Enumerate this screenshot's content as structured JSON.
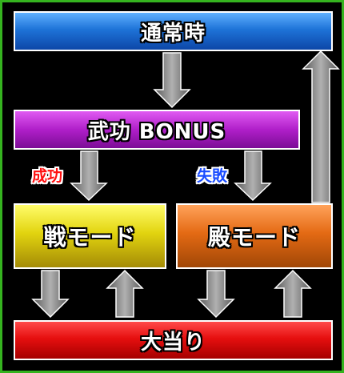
{
  "states": {
    "normal": "通常時",
    "bonus": "武功 BONUS",
    "sen_mode": "戦モード",
    "den_mode": "殿モード",
    "jackpot": "大当り"
  },
  "outcomes": {
    "success": "成功",
    "fail": "失敗"
  },
  "colors": {
    "frame_border": "#35b31f",
    "normal": "#1e73d8",
    "bonus": "#b01fc9",
    "sen_mode": "#e2d40f",
    "den_mode": "#e46a14",
    "jackpot": "#e60f0f",
    "success_text": "#ff1010",
    "fail_text": "#1a4cff",
    "arrow": "#8a8a8a"
  },
  "transitions": [
    {
      "from": "normal",
      "to": "bonus"
    },
    {
      "from": "bonus",
      "to": "sen_mode",
      "condition": "success"
    },
    {
      "from": "bonus",
      "to": "den_mode",
      "condition": "fail"
    },
    {
      "from": "sen_mode",
      "to": "jackpot"
    },
    {
      "from": "jackpot",
      "to": "sen_mode"
    },
    {
      "from": "den_mode",
      "to": "jackpot"
    },
    {
      "from": "jackpot",
      "to": "den_mode"
    },
    {
      "from": "den_mode",
      "to": "normal"
    }
  ]
}
